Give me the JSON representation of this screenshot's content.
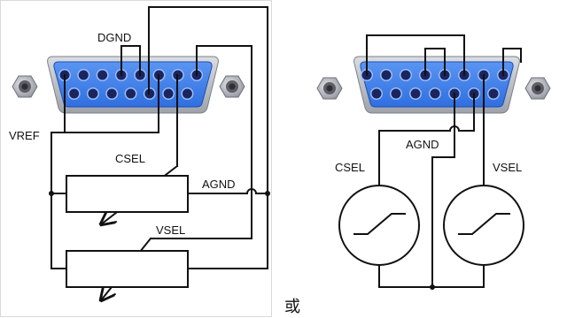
{
  "left_diagram": {
    "labels": {
      "dgnd": "DGND",
      "vref": "VREF",
      "csel": "CSEL",
      "agnd": "AGND",
      "vsel": "VSEL"
    }
  },
  "right_diagram": {
    "labels": {
      "agnd": "AGND",
      "csel": "CSEL",
      "vsel": "VSEL"
    }
  },
  "separator": "或",
  "colors": {
    "connector_blue": "#2f6fe0",
    "connector_blue_light": "#5a95f2",
    "connector_shell": "#b8bcc4",
    "pin": "#1a2560",
    "wire": "#111111",
    "nut": "#a9acb2"
  }
}
